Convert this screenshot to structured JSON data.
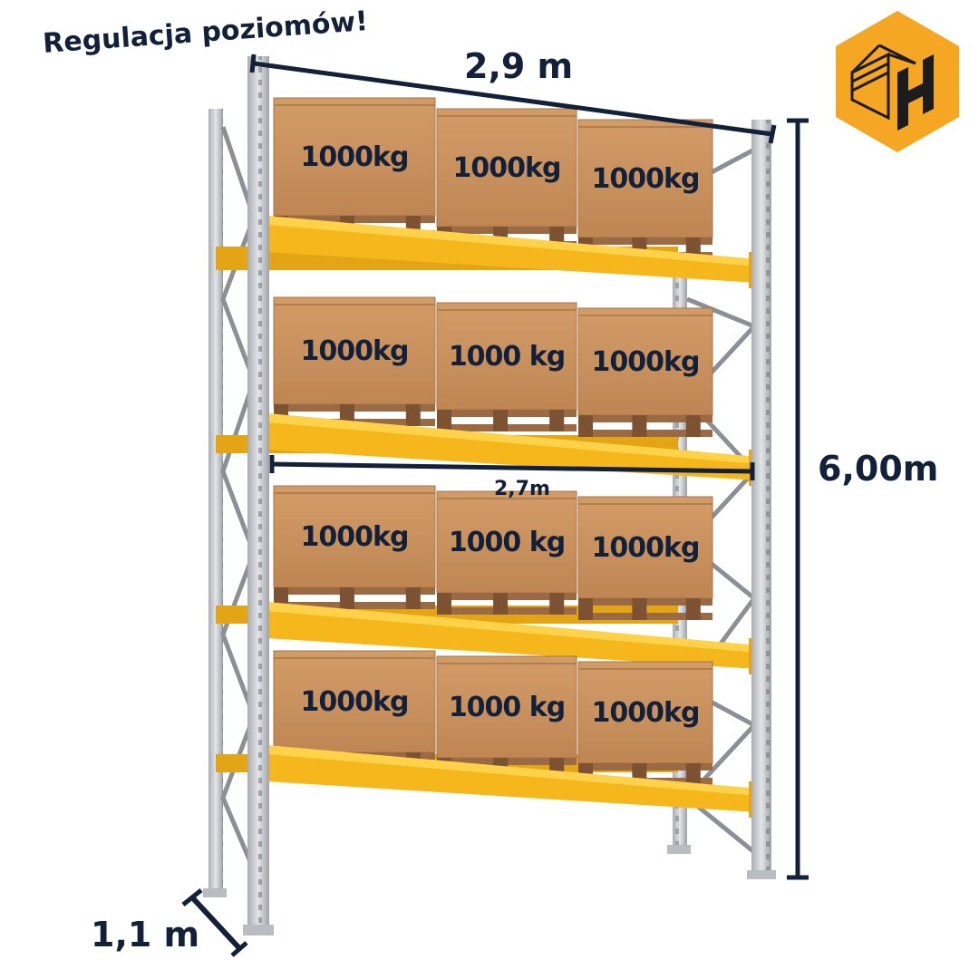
{
  "heading": "Regulacja poziomów!",
  "dimensions": {
    "width_top": "2,9 m",
    "height": "6,00m",
    "beam_span": "2,7m",
    "depth": "1,1 m"
  },
  "levels": [
    {
      "boxes": [
        "1000kg",
        "1000kg",
        "1000kg"
      ]
    },
    {
      "boxes": [
        "1000kg",
        "1000 kg",
        "1000kg"
      ]
    },
    {
      "boxes": [
        "1000kg",
        "1000 kg",
        "1000kg"
      ]
    },
    {
      "boxes": [
        "1000kg",
        "1000 kg",
        "1000kg"
      ]
    }
  ],
  "colors": {
    "beam": "#f5b71c",
    "box": "#c98f5a",
    "pallet": "#9a6a44",
    "frame": "#c9ccd0",
    "text": "#13203a",
    "logo": "#f5a623"
  },
  "logo": {
    "icon": "hexagon-h-logo-icon"
  }
}
